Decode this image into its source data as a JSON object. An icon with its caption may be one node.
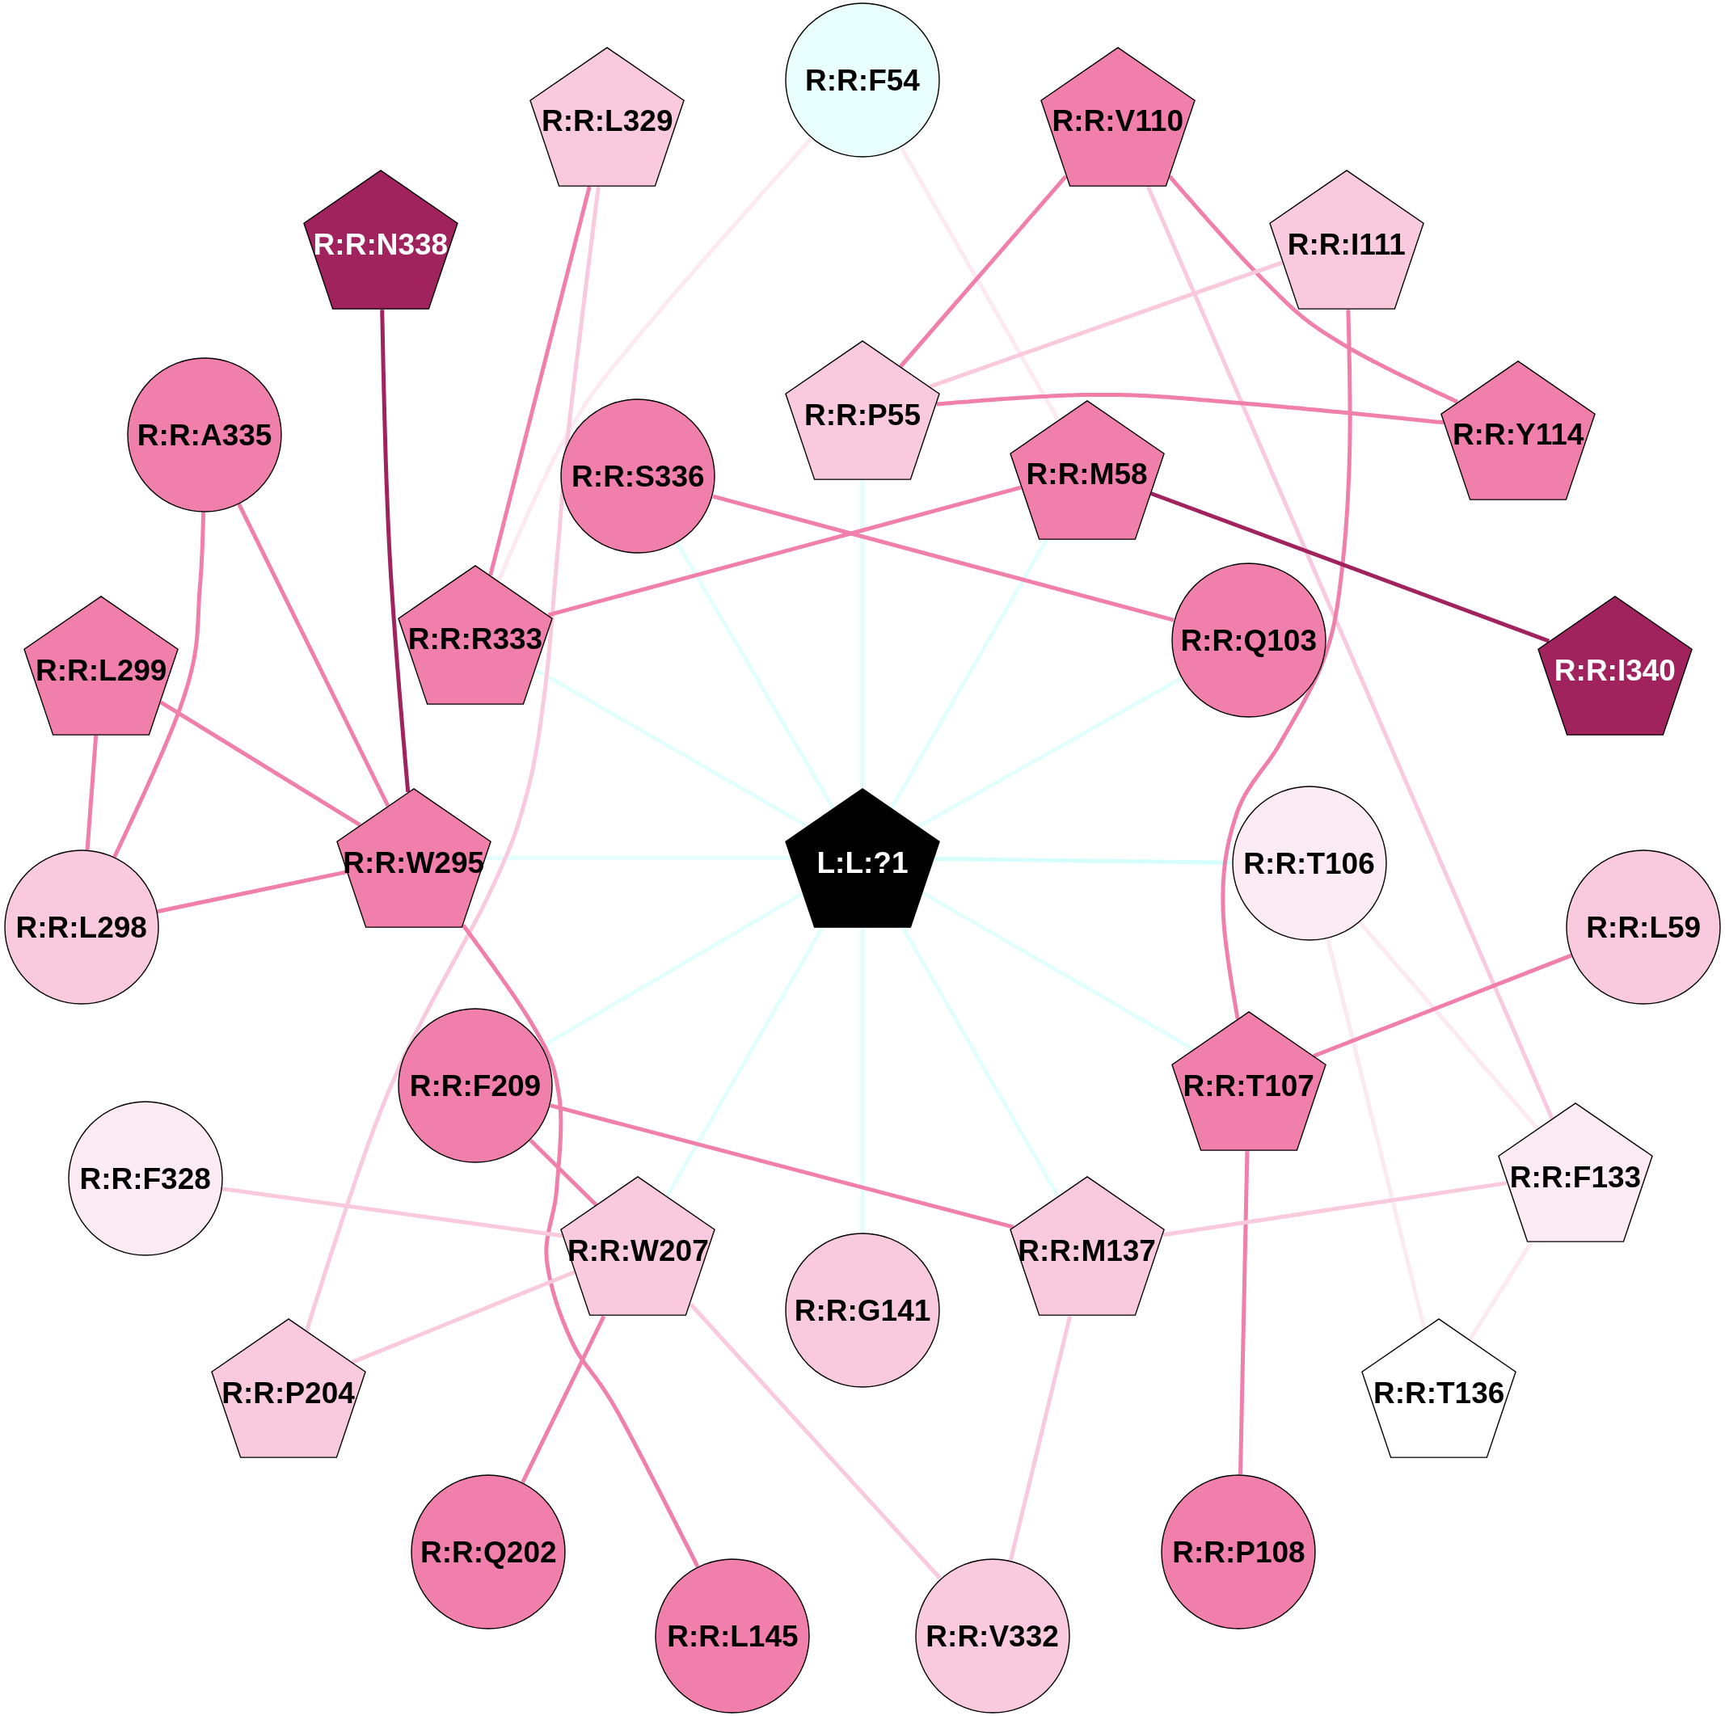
{
  "diagram": {
    "nodes": [
      {
        "text": [
          "R:R:F54"
        ]
      },
      {
        "text": [
          "R:R:L329"
        ]
      },
      {
        "text": [
          "R:R:V110"
        ]
      },
      {
        "text": [
          "R:R:N338"
        ]
      },
      {
        "text": [
          "R:R:I111"
        ]
      },
      {
        "text": [
          "R:R:A335"
        ]
      },
      {
        "text": [
          "R:R:P55"
        ]
      },
      {
        "text": [
          "R:R:S336"
        ]
      },
      {
        "text": [
          "R:R:M58"
        ]
      },
      {
        "text": [
          "R:R:Y114"
        ]
      },
      {
        "text": [
          "R:R:L299"
        ]
      },
      {
        "text": [
          "R:R:R333"
        ]
      },
      {
        "text": [
          "R:R:Q103"
        ]
      },
      {
        "text": [
          "R:R:I340"
        ]
      },
      {
        "text": [
          "L:L:?1"
        ]
      },
      {
        "text": [
          "R:R:W295"
        ]
      },
      {
        "text": [
          "R:R:L298"
        ]
      },
      {
        "text": [
          "R:R:T106"
        ]
      },
      {
        "text": [
          "R:R:L59"
        ]
      },
      {
        "text": [
          "R:R:F209"
        ]
      },
      {
        "text": [
          "R:R:T107"
        ]
      },
      {
        "text": [
          "R:R:F328"
        ]
      },
      {
        "text": [
          "R:R:W207"
        ]
      },
      {
        "text": [
          "R:R:M137"
        ]
      },
      {
        "text": [
          "R:R:F133"
        ]
      },
      {
        "text": [
          "R:R:G141"
        ]
      },
      {
        "text": [
          "R:R:P204"
        ]
      },
      {
        "text": [
          "R:R:T136"
        ]
      },
      {
        "text": [
          "R:R:Q202"
        ]
      },
      {
        "text": [
          "R:R:P108"
        ]
      },
      {
        "text": [
          "R:R:L145"
        ]
      },
      {
        "text": [
          "R:R:V332"
        ]
      }
    ],
    "edges": [
      {
        "from": 14,
        "to": 6,
        "arrow": "none",
        "color": "#e3fffd"
      },
      {
        "from": 14,
        "to": 7,
        "arrow": "none",
        "color": "#e3fffd"
      },
      {
        "from": 14,
        "to": 8,
        "arrow": "none",
        "color": "#e3fffd"
      },
      {
        "from": 14,
        "to": 11,
        "arrow": "none",
        "color": "#e3fffd"
      },
      {
        "from": 14,
        "to": 12,
        "arrow": "none",
        "color": "#e3fffd"
      },
      {
        "from": 14,
        "to": 15,
        "arrow": "none",
        "color": "#e3fffd"
      },
      {
        "from": 14,
        "to": 17,
        "arrow": "none",
        "color": "#d4fffc"
      },
      {
        "from": 14,
        "to": 19,
        "arrow": "none",
        "color": "#e3fffd"
      },
      {
        "from": 14,
        "to": 20,
        "arrow": "none",
        "color": "#e3fffd"
      },
      {
        "from": 14,
        "to": 22,
        "arrow": "none",
        "color": "#e3fffd"
      },
      {
        "from": 14,
        "to": 23,
        "arrow": "none",
        "color": "#e3fffd"
      },
      {
        "from": 14,
        "to": 25,
        "arrow": "none",
        "color": "#e3fffd"
      },
      {
        "from": 0,
        "to": 11,
        "arrow": "none",
        "color": "#fce9f1"
      },
      {
        "from": 0,
        "to": 8,
        "arrow": "none",
        "color": "#fce9f1"
      },
      {
        "from": 1,
        "to": 11,
        "arrow": "none"
      },
      {
        "from": 1,
        "to": 26,
        "arrow": "none",
        "color": "#f9c9dd"
      },
      {
        "from": 2,
        "to": 6,
        "arrow": "none"
      },
      {
        "from": 2,
        "to": 9,
        "arrow": "none"
      },
      {
        "from": 2,
        "to": 24,
        "arrow": "none",
        "color": "#f9c9dd"
      },
      {
        "from": 3,
        "to": 15,
        "arrow": "none",
        "color": "#a0235e"
      },
      {
        "from": 4,
        "to": 6,
        "arrow": "none",
        "color": "#f9c9dd"
      },
      {
        "from": 4,
        "to": 20,
        "arrow": "none"
      },
      {
        "from": 5,
        "to": 15,
        "arrow": "none"
      },
      {
        "from": 5,
        "to": 16,
        "arrow": "none"
      },
      {
        "from": 6,
        "to": 9,
        "arrow": "none"
      },
      {
        "from": 7,
        "to": 12,
        "arrow": "none"
      },
      {
        "from": 8,
        "to": 11,
        "arrow": "none"
      },
      {
        "from": 8,
        "to": 13,
        "arrow": "none",
        "color": "#a0235e"
      },
      {
        "from": 10,
        "to": 16,
        "arrow": "none"
      },
      {
        "from": 10,
        "to": 15,
        "arrow": "none"
      },
      {
        "from": 15,
        "to": 16,
        "arrow": "none"
      },
      {
        "from": 15,
        "to": 30,
        "arrow": "none"
      },
      {
        "from": 17,
        "to": 24,
        "arrow": "none",
        "color": "#fce9f1"
      },
      {
        "from": 17,
        "to": 27,
        "arrow": "none",
        "color": "#fce9f1"
      },
      {
        "from": 18,
        "to": 20,
        "arrow": "none"
      },
      {
        "from": 19,
        "to": 22,
        "arrow": "none"
      },
      {
        "from": 19,
        "to": 23,
        "arrow": "none"
      },
      {
        "from": 20,
        "to": 29,
        "arrow": "none"
      },
      {
        "from": 21,
        "to": 22,
        "arrow": "none",
        "color": "#f9c9dd"
      },
      {
        "from": 24,
        "to": 23,
        "arrow": "none",
        "color": "#f9c9dd"
      },
      {
        "from": 24,
        "to": 27,
        "arrow": "none",
        "color": "#fce9f1"
      },
      {
        "from": 22,
        "to": 26,
        "arrow": "none",
        "color": "#f9c9dd"
      },
      {
        "from": 22,
        "to": 28,
        "arrow": "none"
      },
      {
        "from": 22,
        "to": 31,
        "arrow": "none",
        "color": "#f9c9dd"
      },
      {
        "from": 23,
        "to": 31,
        "arrow": "none",
        "color": "#f9c9dd"
      }
    ]
  }
}
